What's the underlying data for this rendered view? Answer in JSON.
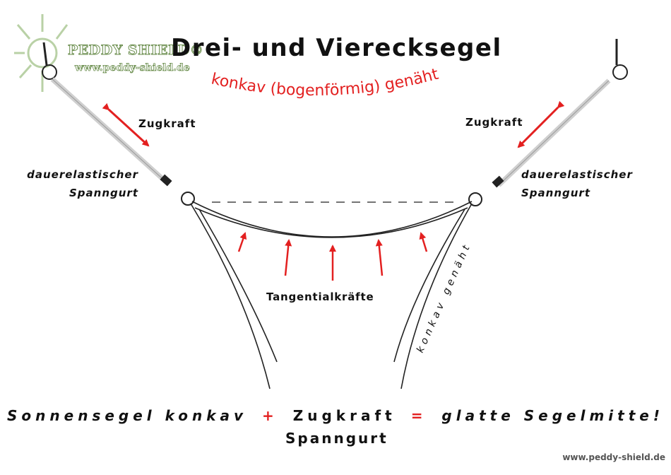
{
  "header": {
    "title": "Drei- und Vierecksegel",
    "subtitle": "konkav (bogenförmig) genäht",
    "logo_name": "PEDDY SHIELD®",
    "logo_url": "www.peddy-shield.de"
  },
  "labels": {
    "zugkraft_left": "Zugkraft",
    "zugkraft_right": "Zugkraft",
    "gurt_left_1": "dauerelastischer",
    "gurt_left_2": "Spanngurt",
    "gurt_right_1": "dauerelastischer",
    "gurt_right_2": "Spanngurt",
    "tangential": "Tangentialkräfte",
    "konkav_side": "konkav genäht"
  },
  "formula": {
    "part1": "Sonnensegel konkav",
    "plus": "+",
    "part2": "Zugkraft",
    "equals": "=",
    "part3": "glatte Segelmitte!",
    "line2": "Spanngurt"
  },
  "footer": {
    "url": "www.peddy-shield.de"
  },
  "colors": {
    "accent_red": "#e32020",
    "logo_green": "#6b8e4e",
    "strap_gray": "#cfcfcf"
  }
}
